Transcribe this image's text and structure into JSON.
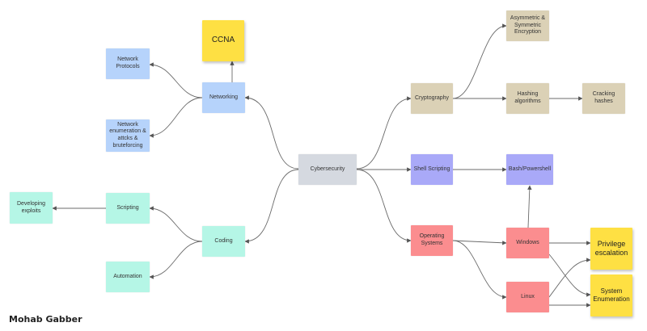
{
  "colors": {
    "center": "#d5d9e0",
    "networking": "#b6d3fb",
    "coding": "#b5f6e6",
    "cryptography": "#dbd1b6",
    "scripting": "#a9a9f8",
    "os": "#fb8d8f",
    "sticky": "#fee043",
    "edge": "#6b6b6b"
  },
  "nodes": {
    "center": "Cybersecurity",
    "networking": "Networking",
    "network_protocols": "Network Protocols",
    "network_enum": "Network enumeration & attcks & bruteforcing",
    "ccna": "CCNA",
    "coding": "Coding",
    "scripting": "Scripting",
    "automation": "Automation",
    "developing_exploits": "Developing exploits",
    "cryptography": "Cryptography",
    "asym": "Asymmetric & Symmetric Encryption",
    "hashing": "Hashing algorithms",
    "cracking": "Cracking hashes",
    "shell": "Shell Scripting",
    "bash": "Bash/Powershell",
    "os": "Operating Systems",
    "windows": "Windows",
    "linux": "Linux",
    "privesc": "Privilege escalation",
    "sysenum": "System Enumeration"
  },
  "author": "Mohab Gabber"
}
